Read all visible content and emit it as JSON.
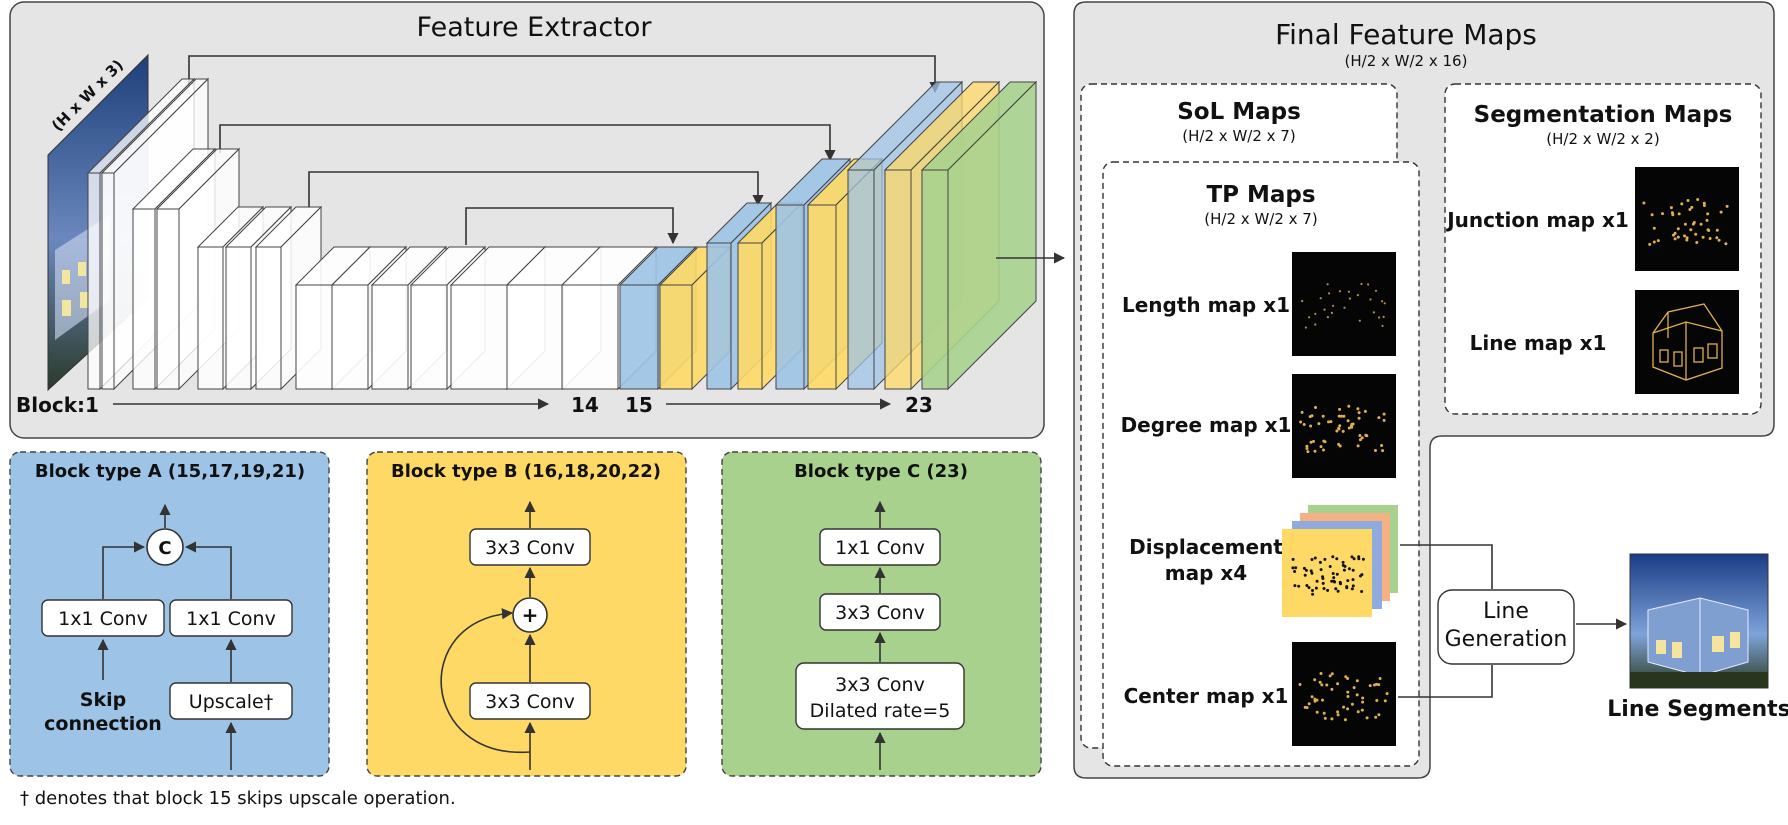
{
  "feature_extractor": {
    "title": "Feature Extractor",
    "input_label": "(H x W x 3)",
    "block_label": "Block:",
    "block_numbers": [
      "1",
      "14",
      "15",
      "23"
    ]
  },
  "block_types": {
    "a": {
      "title": "Block type A (15,17,19,21)",
      "concat": "C",
      "conv_left": "1x1 Conv",
      "conv_right": "1x1 Conv",
      "skip": [
        "Skip",
        "connection"
      ],
      "upscale": "Upscale†"
    },
    "b": {
      "title": "Block type B (16,18,20,22)",
      "conv_top": "3x3 Conv",
      "add": "+",
      "conv_bottom": "3x3 Conv"
    },
    "c": {
      "title": "Block type C (23)",
      "conv1": "1x1 Conv",
      "conv2": "3x3 Conv",
      "conv3": [
        "3x3 Conv",
        "Dilated rate=5"
      ]
    }
  },
  "footnote": "† denotes that block 15 skips upscale operation.",
  "final_maps": {
    "title": "Final Feature Maps",
    "subtitle": "(H/2 x W/2 x 16)",
    "sol": {
      "title": "SoL Maps",
      "subtitle": "(H/2 x W/2 x 7)"
    },
    "tp": {
      "title": "TP Maps",
      "subtitle": "(H/2 x W/2 x 7)",
      "length": "Length map x1",
      "degree": "Degree map x1",
      "displacement": [
        "Displacement",
        "map x4"
      ],
      "center": "Center map x1"
    },
    "segmentation": {
      "title": "Segmentation Maps",
      "subtitle": "(H/2 x W/2 x 2)",
      "junction": "Junction map x1",
      "line": "Line map x1"
    }
  },
  "line_generation": [
    "Line",
    "Generation"
  ],
  "output_label": "Line Segments",
  "colors": {
    "panel_gray": "#e5e5e5",
    "blue": "#9dc3e6",
    "yellow": "#ffd966",
    "green": "#a9d18e",
    "map_bg": "#050505",
    "map_dots": "#e0b050"
  }
}
